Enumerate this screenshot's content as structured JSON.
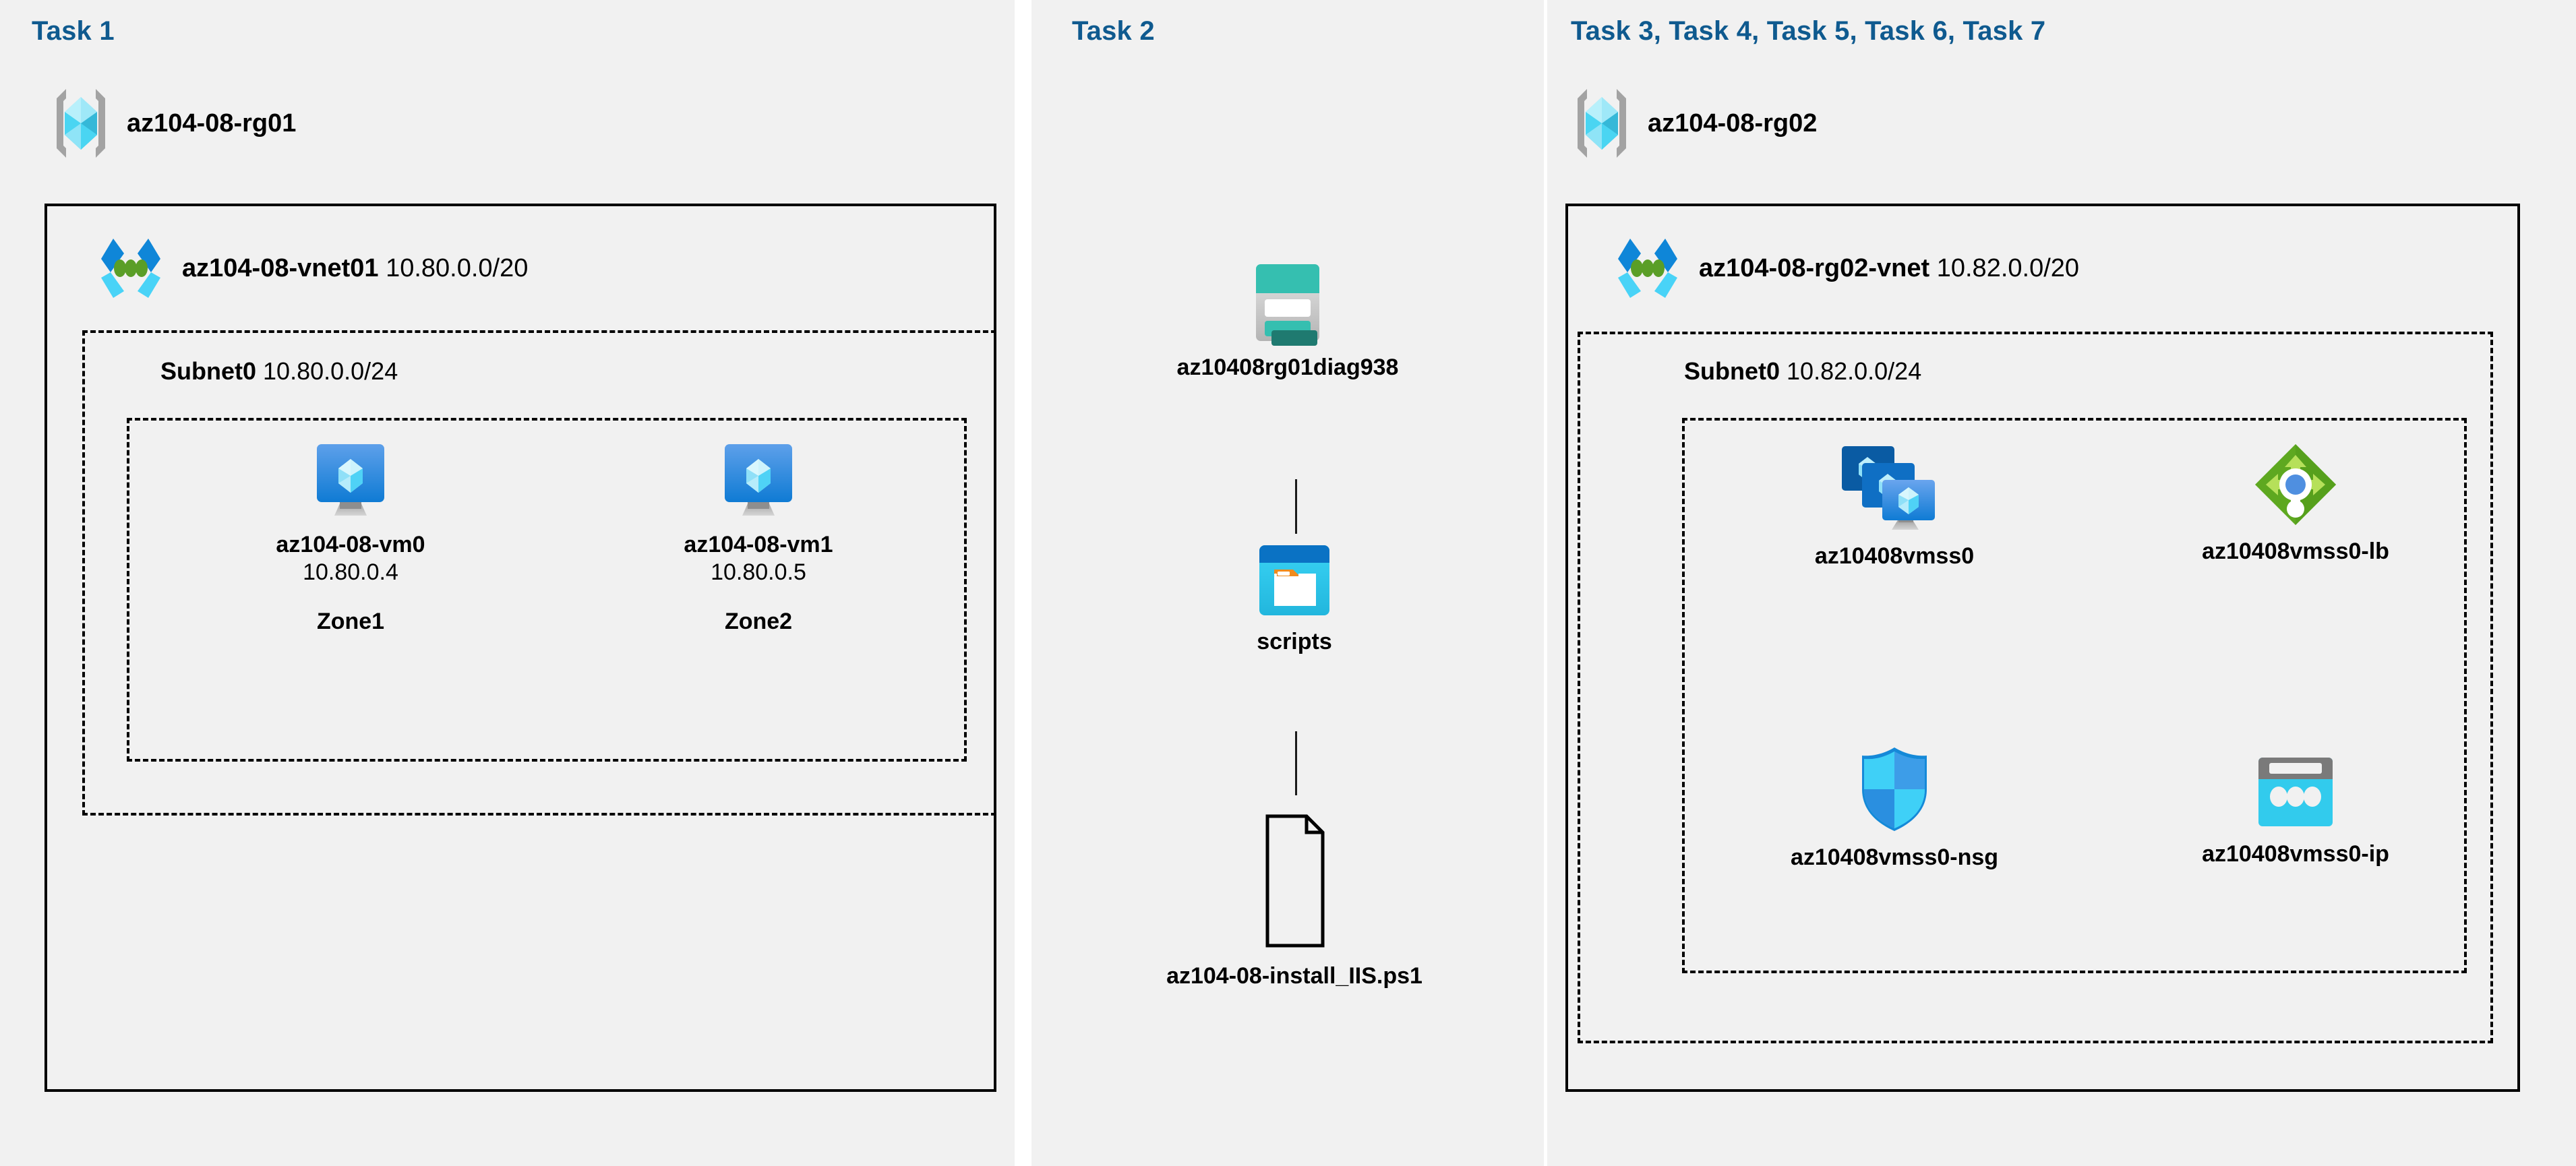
{
  "accent_color": "#0f5a8f",
  "panel_bg": "#f1f1f1",
  "tasks": {
    "task1": "Task 1",
    "task2": "Task 2",
    "task3to7": "Task 3, Task 4, Task 5, Task 6, Task 7"
  },
  "left": {
    "resource_group": "az104-08-rg01",
    "vnet_name": "az104-08-vnet01",
    "vnet_cidr": "10.80.0.0/20",
    "subnet_name": "Subnet0",
    "subnet_cidr": "10.80.0.0/24",
    "vms": [
      {
        "name": "az104-08-vm0",
        "ip": "10.80.0.4",
        "zone": "Zone1"
      },
      {
        "name": "az104-08-vm1",
        "ip": "10.80.0.5",
        "zone": "Zone2"
      }
    ]
  },
  "middle": {
    "storage_account": "az10408rg01diag938",
    "container": "scripts",
    "script_file": "az104-08-install_IIS.ps1"
  },
  "right": {
    "resource_group": "az104-08-rg02",
    "vnet_name": "az104-08-rg02-vnet",
    "vnet_cidr": "10.82.0.0/20",
    "subnet_name": "Subnet0",
    "subnet_cidr": "10.82.0.0/24",
    "resources": [
      {
        "name": "az10408vmss0",
        "icon": "vm-scale-set-icon"
      },
      {
        "name": "az10408vmss0-lb",
        "icon": "load-balancer-icon"
      },
      {
        "name": "az10408vmss0-nsg",
        "icon": "network-security-group-icon"
      },
      {
        "name": "az10408vmss0-ip",
        "icon": "public-ip-address-icon"
      }
    ]
  },
  "icons": {
    "resource_group": "resource-group-icon",
    "virtual_network": "virtual-network-icon",
    "virtual_machine": "virtual-machine-icon",
    "storage_account": "storage-account-icon",
    "blob_container": "blob-container-icon",
    "script_file": "file-document-icon"
  }
}
